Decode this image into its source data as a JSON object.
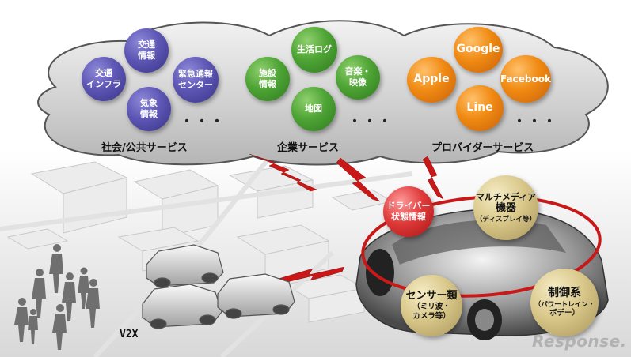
{
  "categories": [
    {
      "label": "社会/公共サービス"
    },
    {
      "label": "企業サービス"
    },
    {
      "label": "プロバイダーサービス"
    }
  ],
  "social_nodes": [
    {
      "lines": [
        "交通",
        "情報"
      ]
    },
    {
      "lines": [
        "交通",
        "インフラ"
      ]
    },
    {
      "lines": [
        "緊急通報",
        "センター"
      ]
    },
    {
      "lines": [
        "気象",
        "情報"
      ]
    }
  ],
  "enterprise_nodes": [
    {
      "lines": [
        "生活ログ"
      ]
    },
    {
      "lines": [
        "施設",
        "情報"
      ]
    },
    {
      "lines": [
        "音楽・",
        "映像"
      ]
    },
    {
      "lines": [
        "地図"
      ]
    }
  ],
  "provider_nodes": [
    {
      "lines": [
        "Google"
      ]
    },
    {
      "lines": [
        "Apple"
      ]
    },
    {
      "lines": [
        "Facebook"
      ]
    },
    {
      "lines": [
        "Line"
      ]
    }
  ],
  "ellipsis": "・・・",
  "car_nodes": [
    {
      "main": "ドライバー",
      "sub": "状態情報",
      "color": "#e03a3a"
    },
    {
      "main": "マルチメディア",
      "main2": "機器",
      "sub": "（ディスプレイ等）"
    },
    {
      "main": "センサー類",
      "sub": "（ミリ波・",
      "sub2": "カメラ等）"
    },
    {
      "main": "制御系",
      "sub": "（パワートレイン・",
      "sub2": "ボデー）"
    }
  ],
  "v2x_label": "V2X",
  "watermark": "Response."
}
